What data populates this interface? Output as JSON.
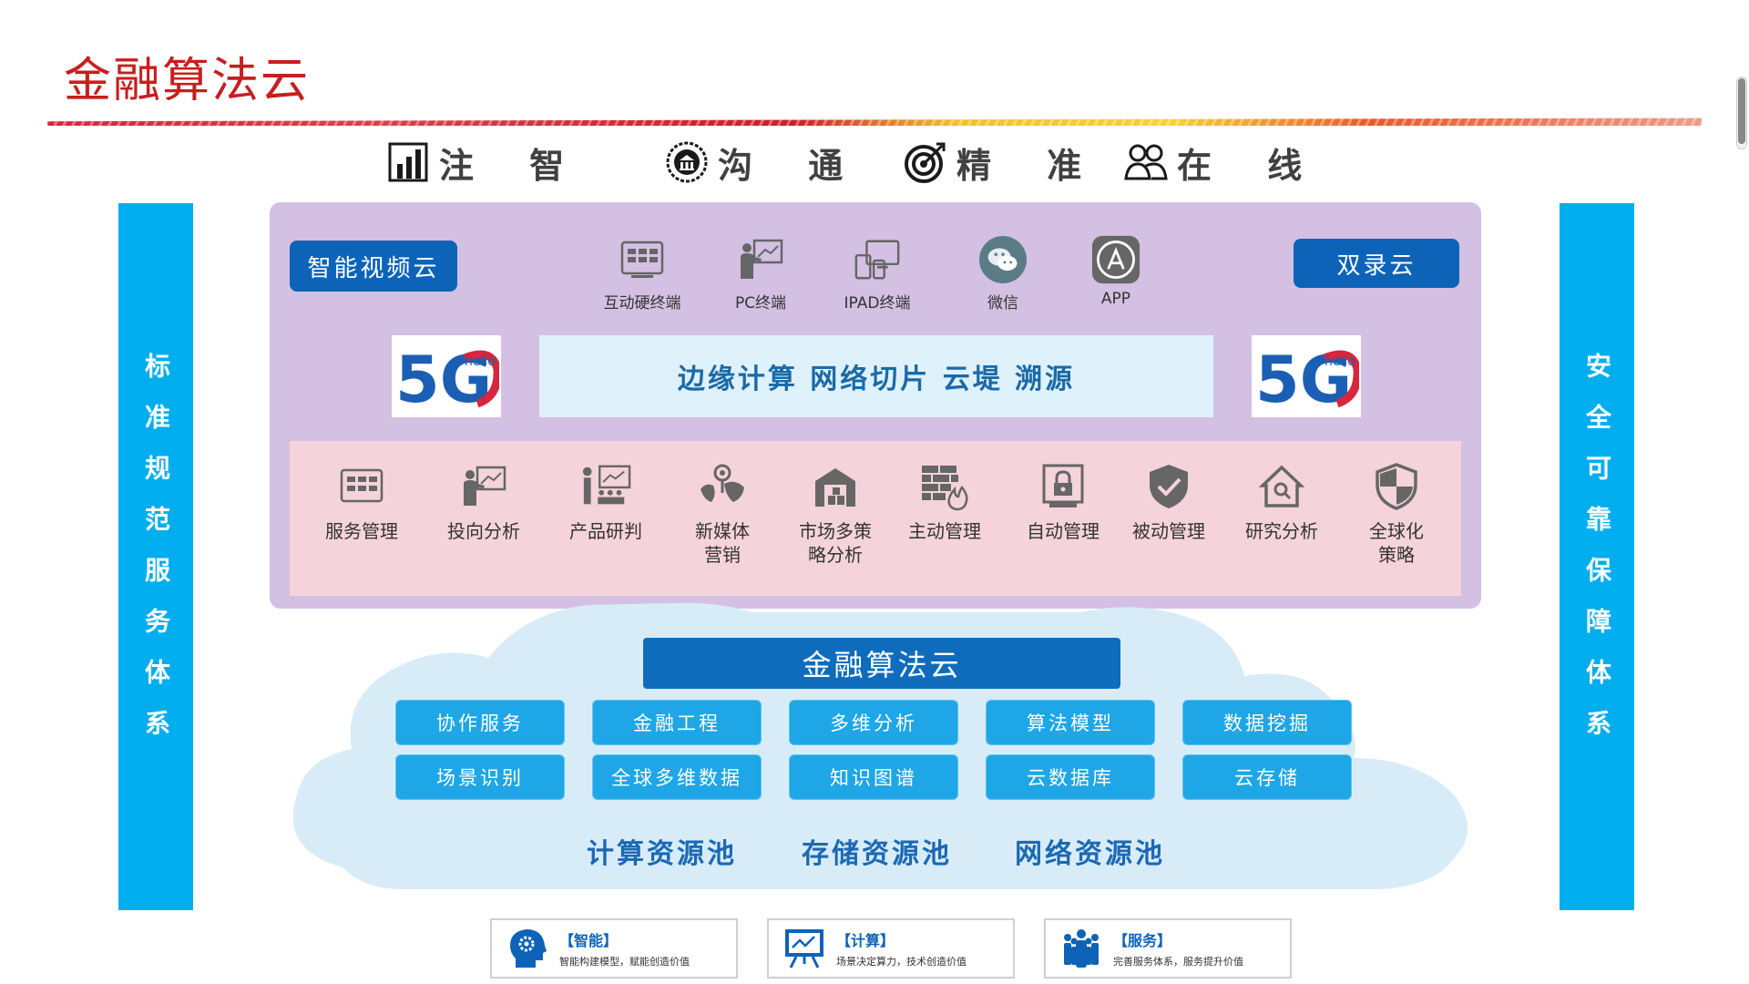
{
  "title": "金融算法云",
  "principles": [
    {
      "icon": "bar-chart-icon",
      "label": "注 智"
    },
    {
      "icon": "bank-icon",
      "label": "沟 通"
    },
    {
      "icon": "target-icon",
      "label": "精 准"
    },
    {
      "icon": "people-icon",
      "label": "在 线"
    }
  ],
  "left_column": "标准规范服务体系",
  "right_column": "安全可靠保障体系",
  "top_panel": {
    "left_button": "智能视频云",
    "right_button": "双录云",
    "terminals": [
      {
        "icon": "interactive-terminal-icon",
        "label": "互动硬终端"
      },
      {
        "icon": "pc-presenter-icon",
        "label": "PC终端"
      },
      {
        "icon": "ipad-devices-icon",
        "label": "IPAD终端"
      },
      {
        "icon": "wechat-icon",
        "label": "微信"
      },
      {
        "icon": "app-store-icon",
        "label": "APP"
      }
    ],
    "edge_text": "边缘计算  网络切片  云堤  溯源",
    "logo_5g": {
      "main": "5G",
      "tag": "hello"
    },
    "services": [
      {
        "icon": "grid-panel-icon",
        "label": "服务管理"
      },
      {
        "icon": "presenter-chart-icon",
        "label": "投向分析"
      },
      {
        "icon": "meeting-chart-icon",
        "label": "产品研判"
      },
      {
        "icon": "globe-pin-icon",
        "label": "新媒体\n营销"
      },
      {
        "icon": "warehouse-icon",
        "label": "市场多策\n略分析"
      },
      {
        "icon": "firewall-icon",
        "label": "主动管理"
      },
      {
        "icon": "lock-screen-icon",
        "label": "自动管理"
      },
      {
        "icon": "shield-check-icon",
        "label": "被动管理"
      },
      {
        "icon": "house-search-icon",
        "label": "研究分析"
      },
      {
        "icon": "shield-half-icon",
        "label": "全球化\n策略"
      }
    ]
  },
  "cloud": {
    "title": "金融算法云",
    "row1": [
      "协作服务",
      "金融工程",
      "多维分析",
      "算法模型",
      "数据挖掘"
    ],
    "row2": [
      "场景识别",
      "全球多维数据",
      "知识图谱",
      "云数据库",
      "云存储"
    ],
    "pools": [
      "计算资源池",
      "存储资源池",
      "网络资源池"
    ]
  },
  "bottom_cards": [
    {
      "icon": "head-gear-icon",
      "title": "【智能】",
      "subtitle": "智能构建模型，赋能创造价值"
    },
    {
      "icon": "board-chart-icon",
      "title": "【计算】",
      "subtitle": "场景决定算力，技术创造价值"
    },
    {
      "icon": "team-icon",
      "title": "【服务】",
      "subtitle": "完善服务体系，服务提升价值"
    }
  ],
  "colors": {
    "title": "#c81e1e",
    "side_column": "#00aeef",
    "purple_panel": "#d4c0e3",
    "pink_panel": "#f5d3da",
    "dark_blue": "#0d63b8",
    "cloud": "#d8ecf8",
    "cloud_button": "#1fa6e6"
  }
}
